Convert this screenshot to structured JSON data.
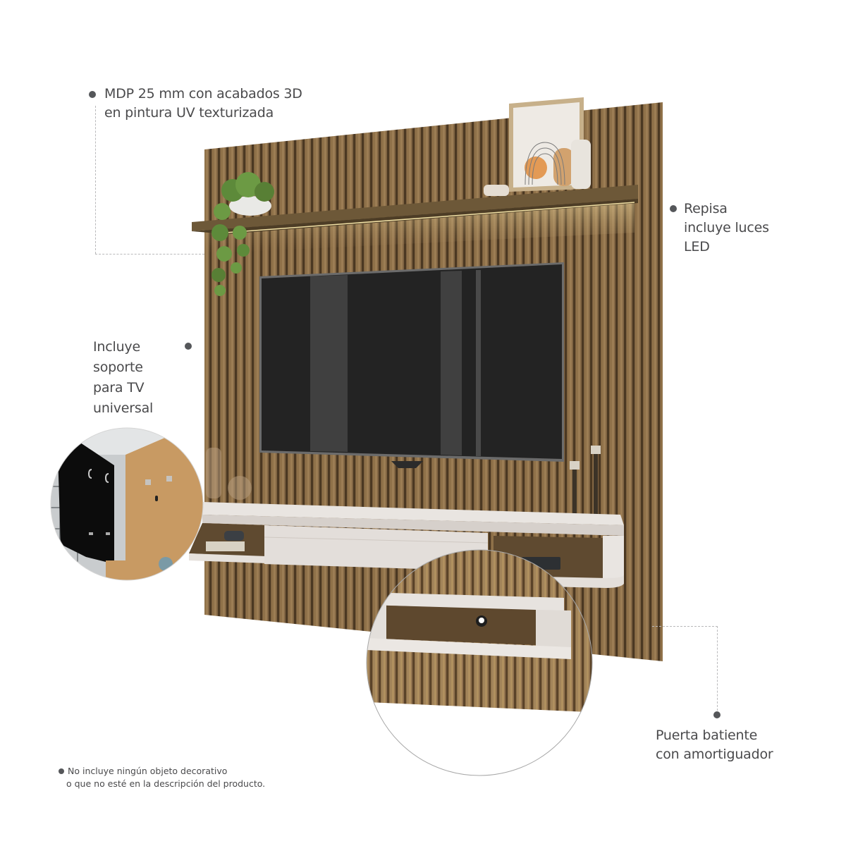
{
  "callouts": {
    "material": {
      "lines": [
        "MDP 25 mm con acabados 3D",
        "en pintura UV texturizada"
      ]
    },
    "shelf_led": {
      "lines": [
        "Repisa",
        "incluye luces",
        "LED"
      ]
    },
    "tv_support": {
      "lines": [
        "Incluye",
        "soporte",
        "para TV",
        "universal"
      ]
    },
    "door": {
      "lines": [
        "Puerta batiente",
        "con amortiguador"
      ]
    }
  },
  "disclaimer": {
    "lines": [
      "No incluye ningún objeto decorativo",
      "o que no esté en la descripción del producto."
    ]
  },
  "colors": {
    "text": "#4a4a4c",
    "bullet": "#55575a",
    "leader_line": "#b9b9bb",
    "wood_slat": "#7c6140",
    "furniture_white": "#e8e3df",
    "tv_screen": "#232323"
  }
}
